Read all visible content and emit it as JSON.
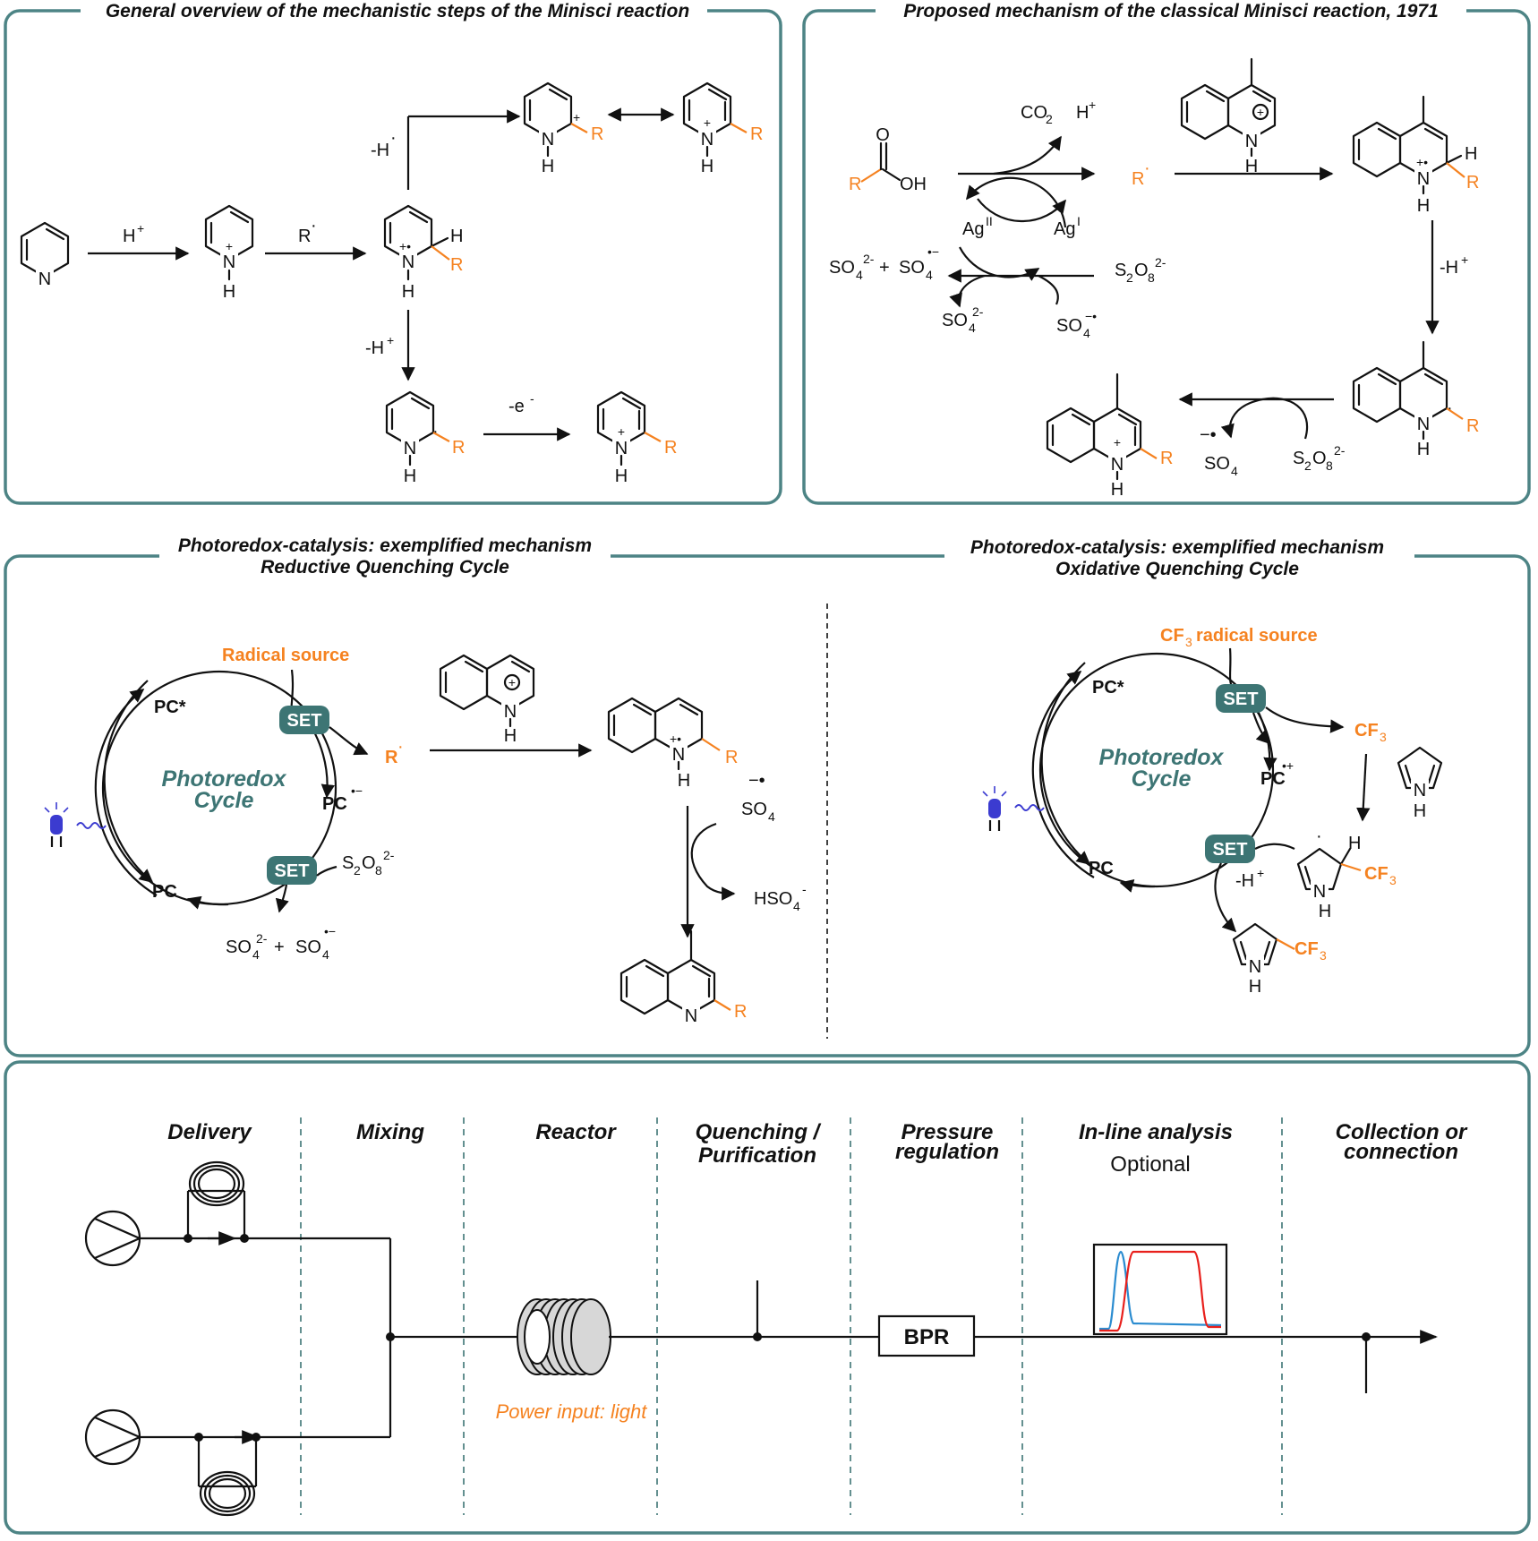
{
  "panels": {
    "general_title": "General overview of the mechanistic steps of the Minisci reaction",
    "classical_title": "Proposed mechanism of the classical Minisci reaction, 1971",
    "reductive_title_1": "Photoredox-catalysis: exemplified mechanism",
    "reductive_title_2": "Reductive Quenching Cycle",
    "oxidative_title_1": "Photoredox-catalysis: exemplified mechanism",
    "oxidative_title_2": "Oxidative Quenching Cycle"
  },
  "atoms": {
    "N": "N",
    "H": "H",
    "R": "R",
    "O": "O",
    "OH": "OH",
    "plus": "+"
  },
  "general": {
    "h_plus": "H",
    "r_radical": "R",
    "minus_h_radical": "-H",
    "minus_h_plus": "-H",
    "minus_e": "-e"
  },
  "classical": {
    "co2": "CO",
    "h_plus": "H",
    "r_radical": "R",
    "ag_ii": "Ag",
    "ag_i": "Ag",
    "sulfate_mix": "SO",
    "persulfate": "S",
    "sulfate": "SO",
    "sulfate_radical": "SO",
    "minus_h_plus": "-H"
  },
  "reductive": {
    "radical_source": "Radical source",
    "set": "SET",
    "pc_star": "PC*",
    "pc_anion": "PC",
    "pc": "PC",
    "cycle_line1": "Photoredox",
    "cycle_line2": "Cycle",
    "r_radical": "R",
    "persulfate": "S",
    "sulfate_mix": "SO",
    "sulfate_radical": "SO",
    "bisulfate": "HSO"
  },
  "oxidative": {
    "cf3_source": "CF",
    "cf3_source_rest": "radical source",
    "set": "SET",
    "pc_star": "PC*",
    "pc_cation": "PC",
    "pc": "PC",
    "cycle_line1": "Photoredox",
    "cycle_line2": "Cycle",
    "cf3": "CF",
    "minus_h_plus": "-H"
  },
  "flow": {
    "stages": [
      "Delivery",
      "Mixing",
      "Reactor",
      "Quenching /",
      "Purification",
      "Pressure",
      "regulation",
      "In-line analysis",
      "Collection or",
      "connection"
    ],
    "optional": "Optional",
    "power_input": "Power input: light",
    "bpr": "BPR"
  },
  "colors": {
    "teal": "#3d7574",
    "orange": "#f58220",
    "border": "#4d8485",
    "blue_trace": "#2b8cd0",
    "red_trace": "#e8201c",
    "led": "#3b3bd0"
  }
}
